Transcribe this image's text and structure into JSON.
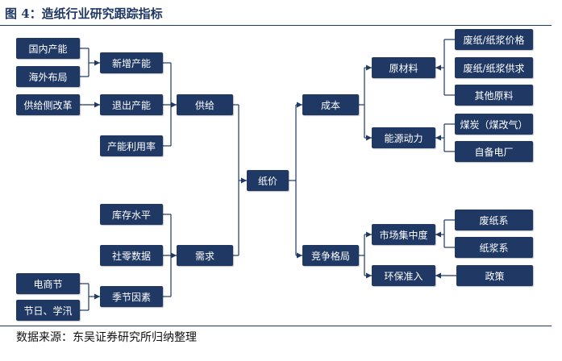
{
  "figure_title": "图 4：造纸行业研究跟踪指标",
  "source_note": "数据来源：东吴证券研究所归纳整理",
  "colors": {
    "node_fill": "#1f3864",
    "node_text": "#ffffff",
    "connector": "#1f3864"
  },
  "nodes": {
    "guonei_channeng": "国内产能",
    "haiwai_buju": "海外布局",
    "gongji_gaige": "供给侧改革",
    "xinzeng_channeng": "新增产能",
    "tuichu_channeng": "退出产能",
    "channeng_liyonglv": "产能利用率",
    "gongji": "供给",
    "kucun_shuiping": "库存水平",
    "shelingshuju": "社零数据",
    "dianshang_jie": "电商节",
    "jieri_xuexun": "节日、学汛",
    "jijie_yinsu": "季节因素",
    "xuqiu": "需求",
    "zhijia": "纸价",
    "chengben": "成本",
    "jingzheng_geju": "竞争格局",
    "yuancailiao": "原材料",
    "nengyuan_dongli": "能源动力",
    "feizhi_jiage": "废纸/纸浆价格",
    "feizhi_gongqiu": "废纸/纸浆供求",
    "qita_yuanliao": "其他原料",
    "meitan": "煤炭（煤改气）",
    "zibei_dianchang": "自备电厂",
    "shichang_jizhongdu": "市场集中度",
    "huanbao_zhunru": "环保准入",
    "feizhi_xi": "废纸系",
    "zhijiang_xi": "纸浆系",
    "zhengce": "政策"
  }
}
